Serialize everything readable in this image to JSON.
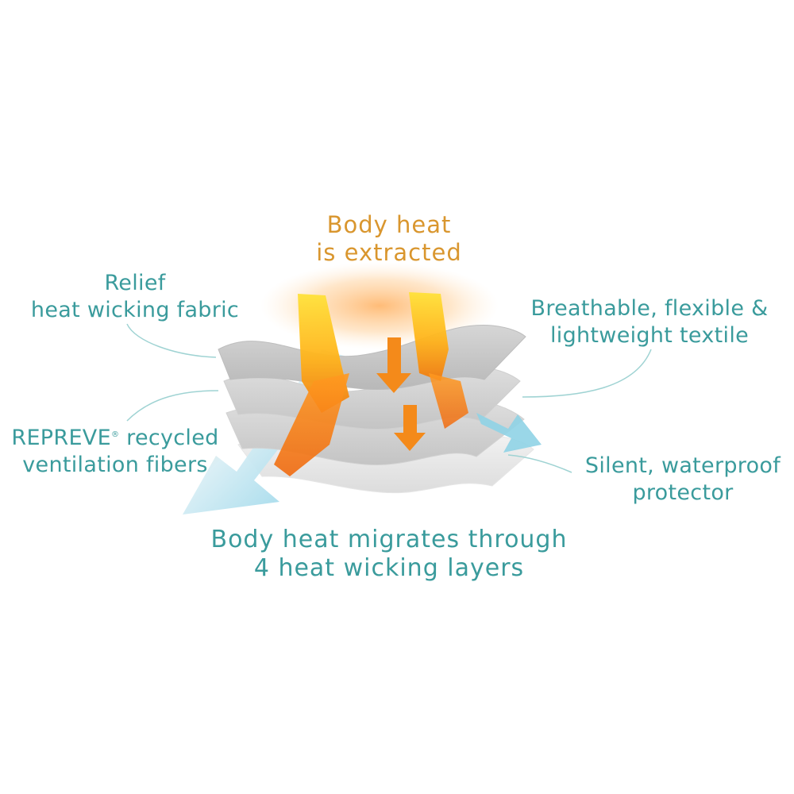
{
  "heat_title": {
    "line1": "Body heat",
    "line2": "is extracted"
  },
  "labels": {
    "relief": {
      "line1": "Relief",
      "line2": "heat wicking fabric"
    },
    "breathable": {
      "line1": "Breathable, flexible &",
      "line2": "lightweight textile"
    },
    "repreve": {
      "brand": "REPREVE",
      "mark": "®",
      "line1_rest": " recycled",
      "line2": "ventilation fibers"
    },
    "silent": {
      "line1": "Silent, waterproof",
      "line2": "protector"
    }
  },
  "bottom_title": {
    "line1": "Body heat migrates through",
    "line2": "4 heat wicking layers"
  },
  "colors": {
    "teal_text": "#3a9b9c",
    "heat_text": "#d9962e",
    "leader_line": "#9fd3d3",
    "layer_gray": "#c9c9c9",
    "arrow_blue": "#8fd3e6",
    "flame_orange": "#f39a1e",
    "flame_yellow": "#ffd21a"
  }
}
